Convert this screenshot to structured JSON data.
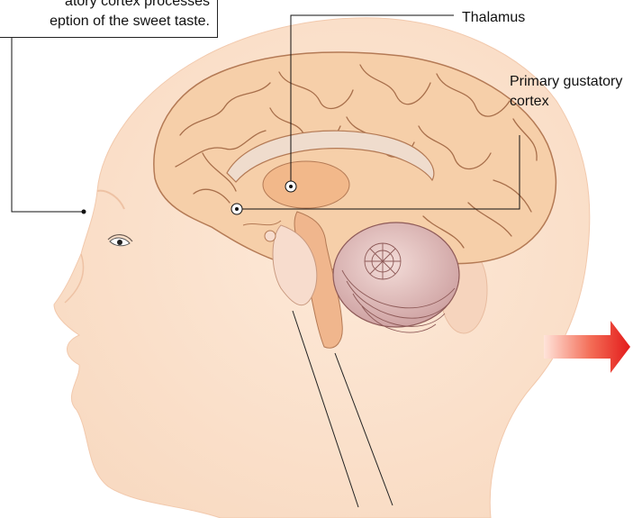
{
  "callout": {
    "line1": "atory cortex processes",
    "line2": "eption of the sweet taste."
  },
  "labels": {
    "thalamus": "Thalamus",
    "gustatory_line1": "Primary gustatory",
    "gustatory_line2": "cortex"
  },
  "colors": {
    "skin": "#fbe3cf",
    "brain": "#f6cfa9",
    "cerebellum": "#dcb7b5",
    "arrow_start": "#ffe0d6",
    "arrow_end": "#e51e1e"
  }
}
